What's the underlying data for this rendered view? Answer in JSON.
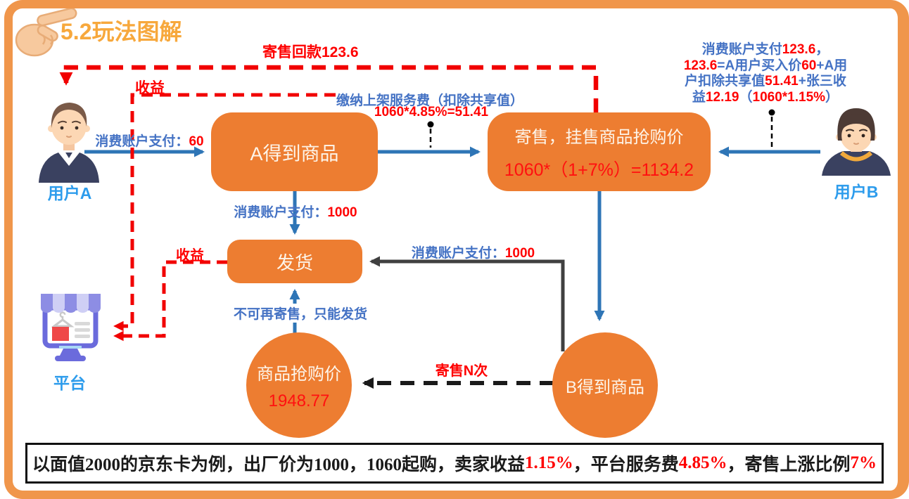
{
  "title": "5.2玩法图解",
  "actors": {
    "user_a": "用户A",
    "user_b": "用户B",
    "platform": "平台"
  },
  "nodes": {
    "a_gets_goods": "A得到商品",
    "consign_title": "寄售，挂售商品抢购价",
    "consign_formula": "1060*（1+7%）=1134.2",
    "ship": "发货",
    "snap_price_title": "商品抢购价",
    "snap_price_value": "1948.77",
    "b_gets_goods": "B得到商品"
  },
  "edge_labels": {
    "consign_return": "寄售回款123.6",
    "income_top": "收益",
    "income_ship": "收益",
    "pay_60": [
      {
        "text": "消费账户支付：",
        "color": "blue"
      },
      {
        "text": "60",
        "color": "red"
      }
    ],
    "listing_fee_note": "缴纳上架服务费（扣除共享值）",
    "listing_fee_formula": "1060*4.85%=51.41",
    "pay_1000_down": [
      {
        "text": "消费账户支付：",
        "color": "blue"
      },
      {
        "text": "1000",
        "color": "red"
      }
    ],
    "pay_1000_b": [
      {
        "text": "消费账户支付：",
        "color": "blue"
      },
      {
        "text": "1000",
        "color": "red"
      }
    ],
    "no_reconsign": "不可再寄售，只能发货",
    "consign_n_times": "寄售N次",
    "user_b_note_lines": [
      [
        {
          "text": "消费账户支付",
          "color": "blue"
        },
        {
          "text": "123.6",
          "color": "red"
        },
        {
          "text": "，",
          "color": "blue"
        }
      ],
      [
        {
          "text": "123.6",
          "color": "red"
        },
        {
          "text": "=A用户买入价",
          "color": "blue"
        },
        {
          "text": "60",
          "color": "red"
        },
        {
          "text": "+A用",
          "color": "blue"
        }
      ],
      [
        {
          "text": "户扣除共享值",
          "color": "blue"
        },
        {
          "text": "51.41",
          "color": "red"
        },
        {
          "text": "+张三收",
          "color": "blue"
        }
      ],
      [
        {
          "text": "益",
          "color": "blue"
        },
        {
          "text": "12.19",
          "color": "red"
        },
        {
          "text": "（",
          "color": "blue"
        },
        {
          "text": "1060*1.15%",
          "color": "red"
        },
        {
          "text": "）",
          "color": "blue"
        }
      ]
    ]
  },
  "summary_segments": [
    {
      "text": "以面值2000的京东卡为例，出厂价为1000，1060起购，卖家收益",
      "color": "black"
    },
    {
      "text": "1.15%",
      "color": "red"
    },
    {
      "text": "，平台服务费",
      "color": "black"
    },
    {
      "text": "4.85%",
      "color": "red"
    },
    {
      "text": "，寄售上涨比例",
      "color": "black"
    },
    {
      "text": "7%",
      "color": "red"
    }
  ],
  "colors": {
    "node_orange": "#ED7D31",
    "frame_orange": "#F0964B",
    "title_orange": "#F7A83C",
    "arrow_blue": "#2E75B6",
    "text_blue": "#4472C4",
    "actor_label_blue": "#2D9CEC",
    "red": "#FF0000",
    "dark_arrow": "#404040"
  }
}
